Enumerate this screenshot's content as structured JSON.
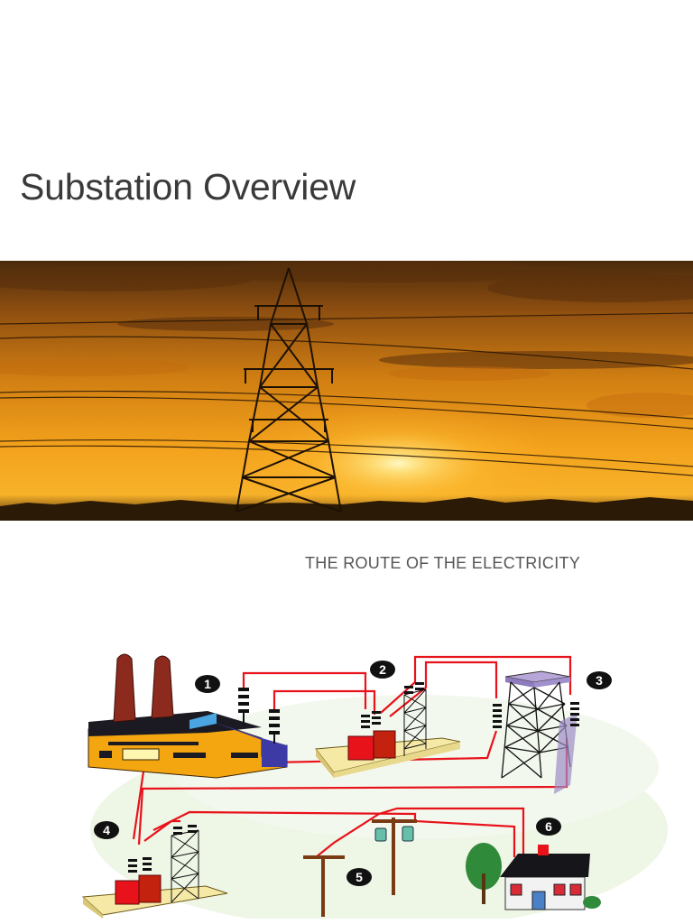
{
  "title": "Substation Overview",
  "subtitle": "THE ROUTE OF THE ELECTRICITY",
  "diagram": {
    "steps": [
      {
        "number": "1",
        "icon": "power-plant-icon"
      },
      {
        "number": "2",
        "icon": "step-up-substation-icon"
      },
      {
        "number": "3",
        "icon": "transmission-tower-icon"
      },
      {
        "number": "4",
        "icon": "distribution-substation-icon"
      },
      {
        "number": "5",
        "icon": "utility-pole-icon"
      },
      {
        "number": "6",
        "icon": "house-icon"
      }
    ],
    "colors": {
      "wire": "#e8121b",
      "plant_body": "#f3a60f",
      "chimney": "#8b2a1d",
      "roof": "#3d3aa6",
      "sky_glow": "#ffb31f"
    }
  }
}
